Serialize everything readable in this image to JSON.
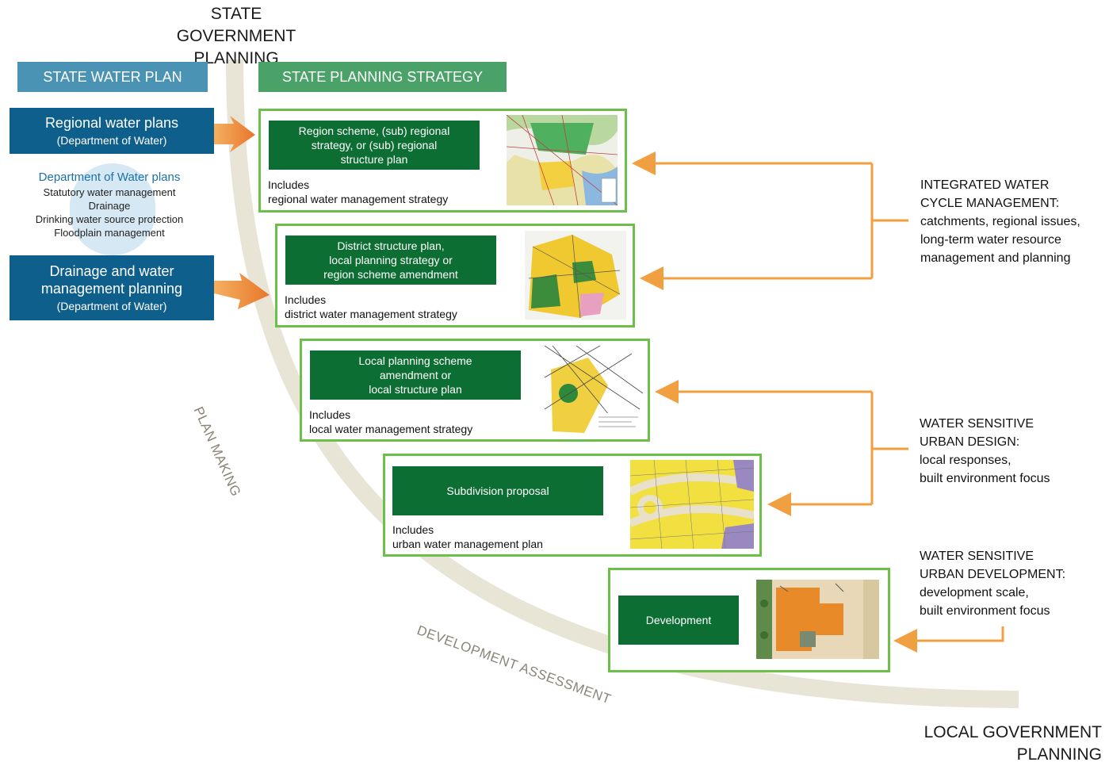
{
  "labels": {
    "state_gov": "STATE GOVERNMENT\nPLANNING",
    "local_gov": "LOCAL GOVERNMENT\nPLANNING",
    "plan_making": "PLAN MAKING",
    "development_assessment": "DEVELOPMENT ASSESSMENT"
  },
  "headers": {
    "state_water_plan": "STATE WATER PLAN",
    "state_planning_strategy": "STATE PLANNING STRATEGY"
  },
  "water_boxes": {
    "regional": {
      "main": "Regional water plans",
      "sub": "(Department of Water)"
    },
    "drainage": {
      "main": "Drainage and water\nmanagement planning",
      "sub": "(Department of Water)"
    }
  },
  "dow_plans": {
    "title": "Department of Water plans",
    "items": [
      "Statutory water management",
      "Drainage",
      "Drinking water source protection",
      "Floodplain management"
    ]
  },
  "stages": [
    {
      "title": "Region scheme, (sub) regional\nstrategy, or (sub) regional\nstructure plan",
      "includes": "Includes",
      "detail": "regional water management strategy"
    },
    {
      "title": "District structure plan,\nlocal planning strategy or\nregion scheme amendment",
      "includes": "Includes",
      "detail": "district water management strategy"
    },
    {
      "title": "Local planning scheme\namendment or\nlocal structure plan",
      "includes": "Includes",
      "detail": "local water management strategy"
    },
    {
      "title": "Subdivision proposal",
      "includes": "Includes",
      "detail": "urban water management plan"
    },
    {
      "title": "Development",
      "includes": "",
      "detail": ""
    }
  ],
  "right_labels": {
    "iwcm": "INTEGRATED WATER\nCYCLE MANAGEMENT:\ncatchments, regional issues,\nlong-term water resource\nmanagement and planning",
    "wsud": "WATER SENSITIVE\nURBAN DESIGN:\nlocal responses,\nbuilt environment focus",
    "wsudev": "WATER SENSITIVE\nURBAN DEVELOPMENT:\ndevelopment scale,\nbuilt environment focus"
  },
  "colors": {
    "header_blue": "#4a93b4",
    "header_green": "#4aa269",
    "box_blue": "#0f5f8c",
    "stage_green": "#0c6e32",
    "border_green": "#6cc04a",
    "arrow_orange": "#f0a040",
    "curve_beige": "#e8e4d6"
  }
}
